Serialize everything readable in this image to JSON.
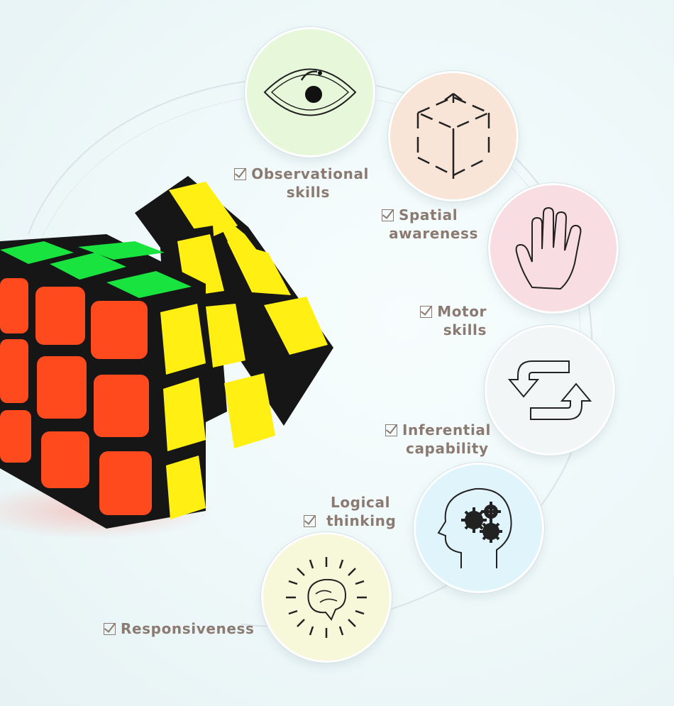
{
  "skills": [
    {
      "id": "observational",
      "lines": [
        "Observational",
        "skills"
      ],
      "icon": "eye-icon",
      "color": "#e7f7da"
    },
    {
      "id": "spatial",
      "lines": [
        "Spatial",
        "awareness"
      ],
      "icon": "cube-icon",
      "color": "#f8e5d8"
    },
    {
      "id": "motor",
      "lines": [
        "Motor",
        "skills"
      ],
      "icon": "hand-icon",
      "color": "#f8dde2"
    },
    {
      "id": "inferential",
      "lines": [
        "Inferential",
        "capability"
      ],
      "icon": "rotate-arrows-icon",
      "color": "#f2f6f7"
    },
    {
      "id": "logical",
      "lines": [
        "Logical",
        "thinking"
      ],
      "icon": "head-gears-icon",
      "color": "#dff4fb"
    },
    {
      "id": "responsiveness",
      "lines": [
        "Responsiveness"
      ],
      "icon": "brain-radiant-icon",
      "color": "#f7f8da"
    }
  ],
  "colors": {
    "label": "#8b7a72",
    "cube_body": "#161616",
    "cube_red": "#ff4a1e",
    "cube_green": "#19e33f",
    "cube_yellow": "#ffef12"
  }
}
